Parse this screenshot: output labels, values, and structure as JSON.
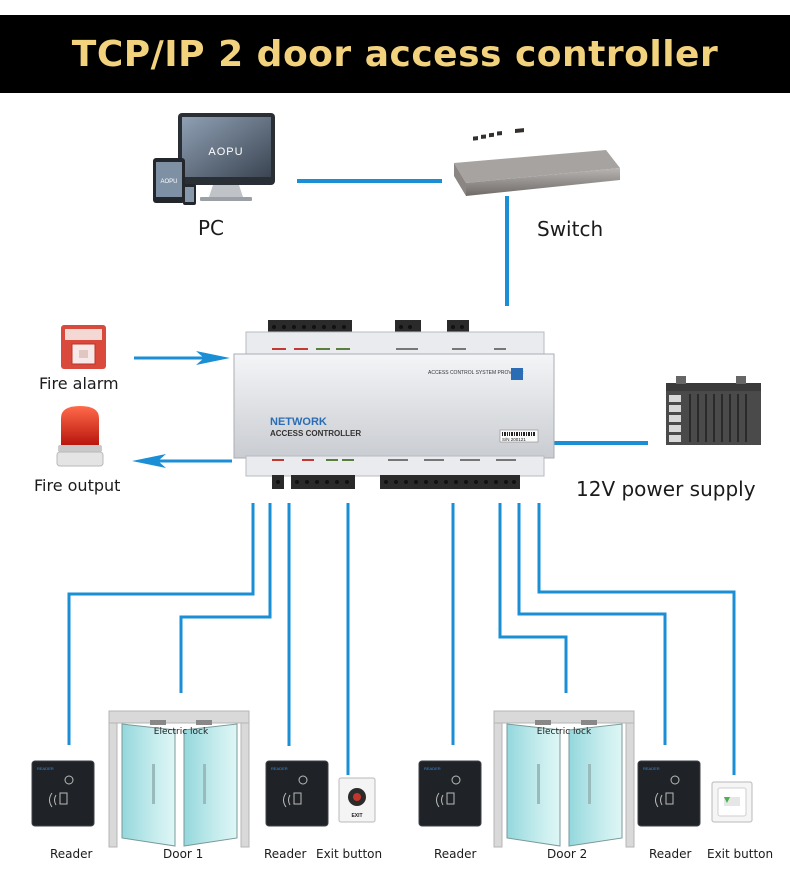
{
  "title": "TCP/IP 2 door access controller",
  "colors": {
    "banner_bg": "#000000",
    "title": "#f2d27c",
    "wire": "#1a8fd6"
  },
  "devices": {
    "pc": {
      "label": "PC",
      "screen_text": "AOPU"
    },
    "switch": {
      "label": "Switch"
    },
    "fire_alarm": {
      "label": "Fire alarm"
    },
    "fire_output": {
      "label": "Fire output"
    },
    "power": {
      "label": "12V power supply"
    },
    "controller": {
      "line1": "NETWORK",
      "line2": "ACCESS CONTROLLER",
      "badge": "ACCESS CONTROL SYSTEM PROVIDER",
      "serial": "S/N 200121"
    }
  },
  "bottom": {
    "labels": [
      "Reader",
      "Door 1",
      "Reader",
      "Exit button",
      "Reader",
      "Door 2",
      "Reader",
      "Exit button"
    ],
    "electric_lock": "Electric lock",
    "reader_brand": "READER",
    "exit_text": "EXIT"
  }
}
